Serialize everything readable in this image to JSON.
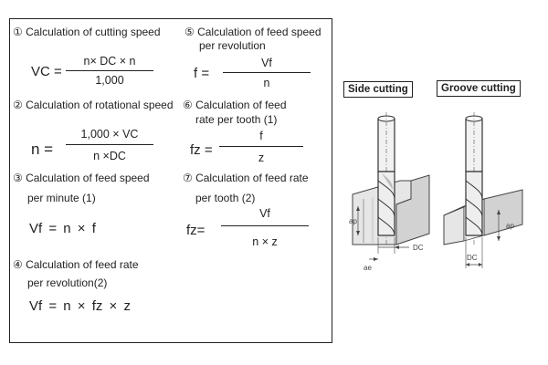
{
  "formulas": [
    {
      "heading": [
        "① Calculation of cutting speed"
      ],
      "lhs": "VC =",
      "num": "n× DC × n",
      "den": "1,000"
    },
    {
      "heading": [
        "⑤ Calculation of feed speed",
        "per revolution"
      ],
      "lhs": "f =",
      "num": "Vf",
      "den": "n"
    },
    {
      "heading": [
        "② Calculation of rotational speed"
      ],
      "lhs": "n =",
      "num": "1,000 × VC",
      "den": "n ×DC"
    },
    {
      "heading": [
        "⑥ Calculation of feed",
        "rate per tooth (1)"
      ],
      "lhs": "fz =",
      "num": "f",
      "den": "z"
    },
    {
      "heading": [
        "③ Calculation of feed speed",
        "per minute (1)"
      ],
      "expr": "Vf = n × f"
    },
    {
      "heading": [
        "⑦ Calculation of feed rate",
        "per tooth (2)"
      ],
      "lhs": "fz=",
      "num": "Vf",
      "den": "n × z"
    },
    {
      "heading": [
        "④ Calculation of feed rate",
        "per revolution(2)"
      ],
      "expr": "Vf = n × fz × z"
    }
  ],
  "diagrams": {
    "side": {
      "title": "Side cutting",
      "labels": {
        "ap": "ap",
        "ae": "ae",
        "dc": "DC"
      }
    },
    "groove": {
      "title": "Groove cutting",
      "labels": {
        "ap": "ap",
        "dc": "DC"
      }
    }
  }
}
